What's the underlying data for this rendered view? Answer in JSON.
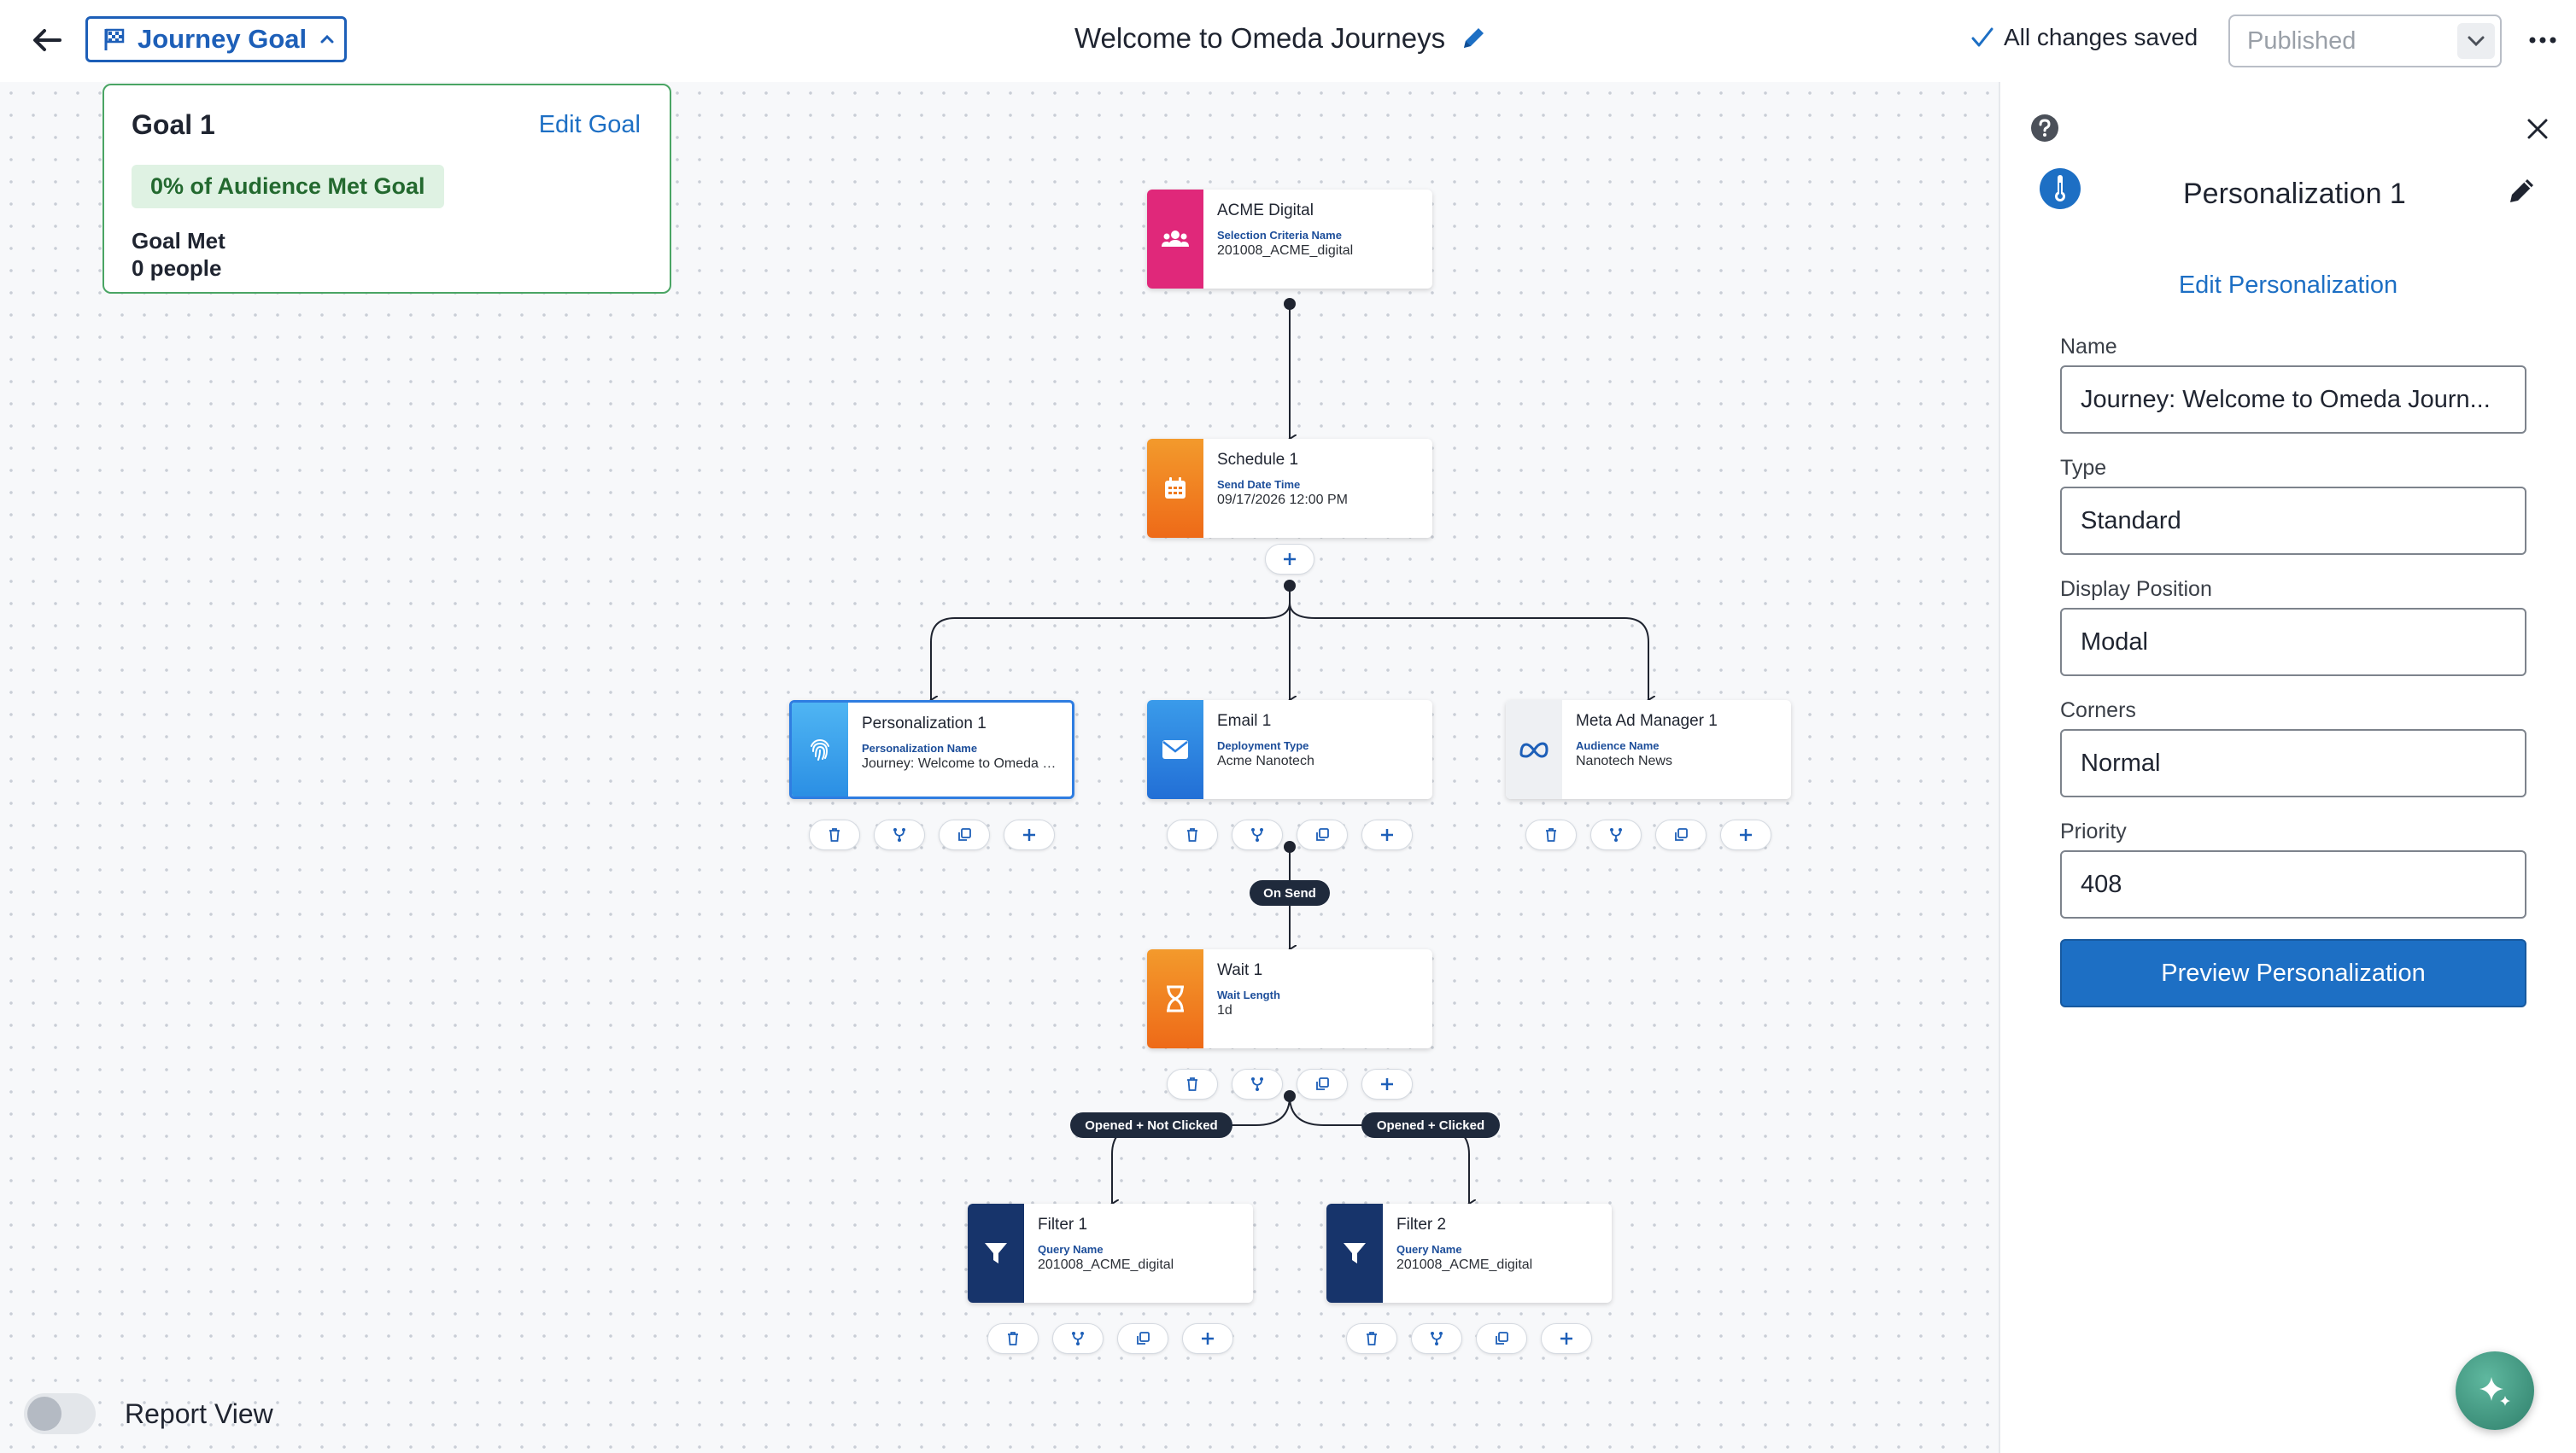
{
  "header": {
    "goal_button_label": "Journey Goal",
    "journey_title": "Welcome to Omeda Journeys",
    "save_status": "All changes saved",
    "status_select_value": "Published"
  },
  "goal": {
    "title": "Goal 1",
    "edit_label": "Edit Goal",
    "badge": "0% of Audience Met Goal",
    "met_label": "Goal Met",
    "met_count": "0 people"
  },
  "nodes": {
    "acme": {
      "title": "ACME Digital",
      "label": "Selection Criteria Name",
      "value": "201008_ACME_digital"
    },
    "schedule": {
      "title": "Schedule 1",
      "label": "Send Date Time",
      "value": "09/17/2026 12:00 PM"
    },
    "personalization": {
      "title": "Personalization 1",
      "label": "Personalization Name",
      "value": "Journey: Welcome to Omeda Journeys"
    },
    "email": {
      "title": "Email 1",
      "label": "Deployment Type",
      "value": "Acme Nanotech"
    },
    "meta": {
      "title": "Meta Ad Manager 1",
      "label": "Audience Name",
      "value": "Nanotech News"
    },
    "wait": {
      "title": "Wait 1",
      "label": "Wait Length",
      "value": "1d"
    },
    "filter1": {
      "title": "Filter 1",
      "label": "Query Name",
      "value": "201008_ACME_digital"
    },
    "filter2": {
      "title": "Filter 2",
      "label": "Query Name",
      "value": "201008_ACME_digital"
    }
  },
  "pills": {
    "on_send": "On Send",
    "opened_not_clicked": "Opened + Not Clicked",
    "opened_clicked": "Opened + Clicked"
  },
  "report_view_label": "Report View",
  "panel": {
    "title": "Personalization 1",
    "edit_link": "Edit Personalization",
    "fields": {
      "name": {
        "label": "Name",
        "value": "Journey: Welcome to Omeda Journ..."
      },
      "type": {
        "label": "Type",
        "value": "Standard"
      },
      "display_position": {
        "label": "Display Position",
        "value": "Modal"
      },
      "corners": {
        "label": "Corners",
        "value": "Normal"
      },
      "priority": {
        "label": "Priority",
        "value": "408"
      }
    },
    "preview_button": "Preview Personalization"
  },
  "colors": {
    "primary": "#1d6fc4",
    "goal_border": "#4aa564",
    "audience_strip": "#e0287a",
    "schedule_strip": "#f07a1d",
    "personalization_strip": "#3aa3ea",
    "email_strip": "#2f8ee6",
    "meta_strip": "#eef0f3",
    "wait_strip": "#f07a1d",
    "filter_strip": "#17346b"
  },
  "icons": {
    "audience": "people-group-icon",
    "schedule": "calendar-icon",
    "personalization": "fingerprint-icon",
    "email": "envelope-icon",
    "meta": "meta-logo-icon",
    "wait": "hourglass-icon",
    "filter": "funnel-icon"
  }
}
